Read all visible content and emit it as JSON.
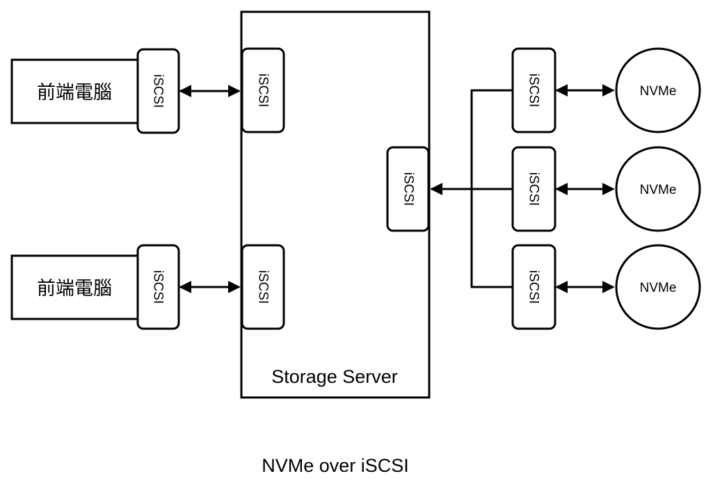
{
  "diagram": {
    "caption": "NVMe over iSCSI",
    "server_label": "Storage Server",
    "frontends": [
      {
        "label": "前端電腦",
        "port_label": "iSCSI",
        "server_port_label": "iSCSI"
      },
      {
        "label": "前端電腦",
        "port_label": "iSCSI",
        "server_port_label": "iSCSI"
      }
    ],
    "backend_port_label": "iSCSI",
    "drives": [
      {
        "label": "NVMe",
        "port_label": "iSCSI"
      },
      {
        "label": "NVMe",
        "port_label": "iSCSI"
      },
      {
        "label": "NVMe",
        "port_label": "iSCSI"
      }
    ]
  }
}
